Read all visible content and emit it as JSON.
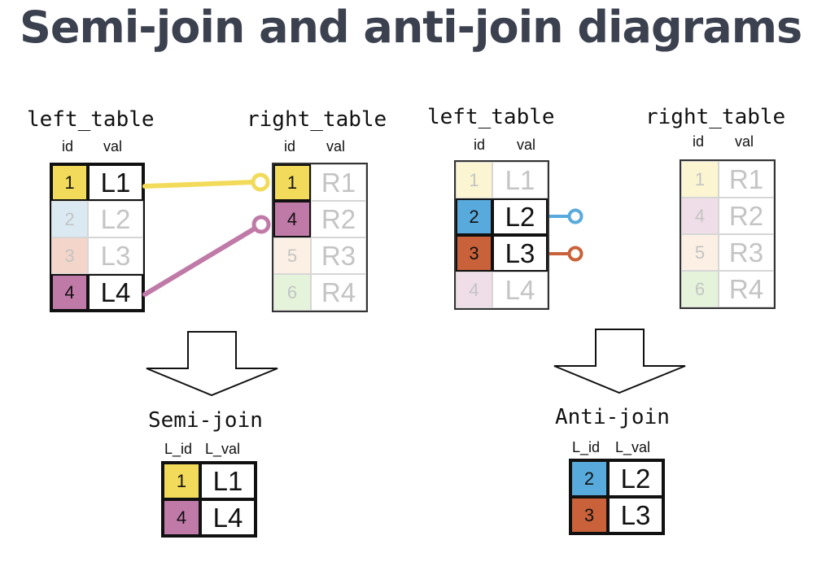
{
  "title": "Semi-join and anti-join diagrams",
  "colors": {
    "yellow": "#f2db5b",
    "pink": "#c07aa8",
    "blue": "#58aadc",
    "orange": "#c9623a",
    "yellow_faded": "#fbf5d2",
    "blue_faded": "#dbe9f3",
    "red_faded": "#f3d5c9",
    "pink_faded": "#efdde8",
    "peach_faded": "#fcf0e4",
    "green_faded": "#e4f3da"
  },
  "semi": {
    "left": {
      "name": "left_table",
      "id_header": "id",
      "val_header": "val",
      "rows": [
        {
          "id": "1",
          "val": "L1"
        },
        {
          "id": "2",
          "val": "L2"
        },
        {
          "id": "3",
          "val": "L3"
        },
        {
          "id": "4",
          "val": "L4"
        }
      ]
    },
    "right": {
      "name": "right_table",
      "id_header": "id",
      "val_header": "val",
      "rows": [
        {
          "id": "1",
          "val": "R1"
        },
        {
          "id": "4",
          "val": "R2"
        },
        {
          "id": "5",
          "val": "R3"
        },
        {
          "id": "6",
          "val": "R4"
        }
      ]
    },
    "result": {
      "name": "Semi-join",
      "id_header": "L_id",
      "val_header": "L_val",
      "rows": [
        {
          "id": "1",
          "val": "L1"
        },
        {
          "id": "4",
          "val": "L4"
        }
      ]
    }
  },
  "anti": {
    "left": {
      "name": "left_table",
      "id_header": "id",
      "val_header": "val",
      "rows": [
        {
          "id": "1",
          "val": "L1"
        },
        {
          "id": "2",
          "val": "L2"
        },
        {
          "id": "3",
          "val": "L3"
        },
        {
          "id": "4",
          "val": "L4"
        }
      ]
    },
    "right": {
      "name": "right_table",
      "id_header": "id",
      "val_header": "val",
      "rows": [
        {
          "id": "1",
          "val": "R1"
        },
        {
          "id": "4",
          "val": "R2"
        },
        {
          "id": "5",
          "val": "R3"
        },
        {
          "id": "6",
          "val": "R4"
        }
      ]
    },
    "result": {
      "name": "Anti-join",
      "id_header": "L_id",
      "val_header": "L_val",
      "rows": [
        {
          "id": "2",
          "val": "L2"
        },
        {
          "id": "3",
          "val": "L3"
        }
      ]
    }
  }
}
